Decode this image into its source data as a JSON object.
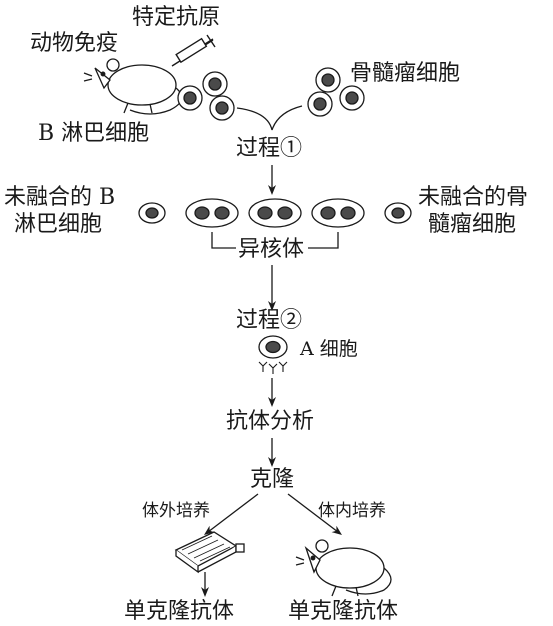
{
  "labels": {
    "antigen": "特定抗原",
    "immunize": "动物免疫",
    "b_cell": "B 淋巴细胞",
    "myeloma": "骨髓瘤细胞",
    "process1": "过程①",
    "unfused_b_line1": "未融合的 B",
    "unfused_b_line2": "淋巴细胞",
    "unfused_m_line1": "未融合的骨",
    "unfused_m_line2": "髓瘤细胞",
    "heterokaryon": "异核体",
    "process2": "过程②",
    "a_cell": "A 细胞",
    "antibody_analysis": "抗体分析",
    "clone": "克隆",
    "in_vitro": "体外培养",
    "in_vivo": "体内培养",
    "mab_left": "单克隆抗体",
    "mab_right": "单克隆抗体"
  },
  "colors": {
    "ink": "#1a1a1a",
    "nucleus": "#4a4a4a",
    "background": "#ffffff"
  }
}
